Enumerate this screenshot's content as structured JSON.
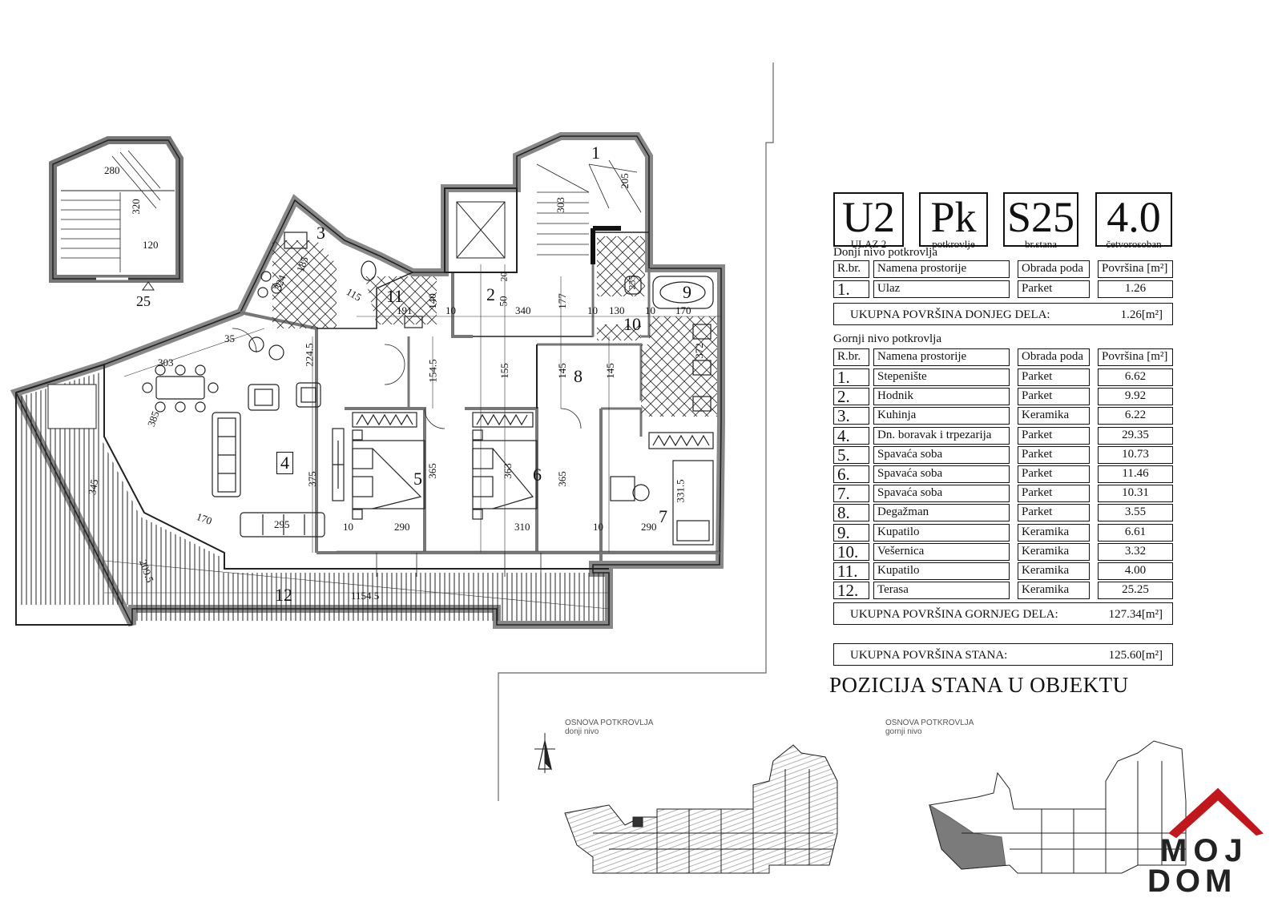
{
  "badges": [
    {
      "big": "U2",
      "small": "ULAZ 2"
    },
    {
      "big": "Pk",
      "small": "potkrovlje"
    },
    {
      "big": "S25",
      "small": "br.stana"
    },
    {
      "big": "4.0",
      "small": "četvorosoban"
    }
  ],
  "lower_level": {
    "title": "Donji nivo potkrovlja",
    "headers": [
      "R.br.",
      "Namena prostorije",
      "Obrada poda",
      "Površina [m²]"
    ],
    "rows": [
      {
        "no": "1.",
        "name": "Ulaz",
        "floor": "Parket",
        "area": "1.26"
      }
    ],
    "total_label": "UKUPNA POVRŠINA DONJEG DELA:",
    "total_value": "1.26[m²]"
  },
  "upper_level": {
    "title": "Gornji nivo potkrovlja",
    "headers": [
      "R.br.",
      "Namena prostorije",
      "Obrada poda",
      "Površina [m²]"
    ],
    "rows": [
      {
        "no": "1.",
        "name": "Stepenište",
        "floor": "Parket",
        "area": "6.62"
      },
      {
        "no": "2.",
        "name": "Hodnik",
        "floor": "Parket",
        "area": "9.92"
      },
      {
        "no": "3.",
        "name": "Kuhinja",
        "floor": "Keramika",
        "area": "6.22"
      },
      {
        "no": "4.",
        "name": "Dn. boravak i trpezarija",
        "floor": "Parket",
        "area": "29.35"
      },
      {
        "no": "5.",
        "name": "Spavaća soba",
        "floor": "Parket",
        "area": "10.73"
      },
      {
        "no": "6.",
        "name": "Spavaća soba",
        "floor": "Parket",
        "area": "11.46"
      },
      {
        "no": "7.",
        "name": "Spavaća soba",
        "floor": "Parket",
        "area": "10.31"
      },
      {
        "no": "8.",
        "name": "Degažman",
        "floor": "Parket",
        "area": "3.55"
      },
      {
        "no": "9.",
        "name": "Kupatilo",
        "floor": "Keramika",
        "area": "6.61"
      },
      {
        "no": "10.",
        "name": "Vešernica",
        "floor": "Keramika",
        "area": "3.32"
      },
      {
        "no": "11.",
        "name": "Kupatilo",
        "floor": "Keramika",
        "area": "4.00"
      },
      {
        "no": "12.",
        "name": "Terasa",
        "floor": "Keramika",
        "area": "25.25"
      }
    ],
    "total_label": "UKUPNA POVRŠINA GORNJEG DELA:",
    "total_value": "127.34[m²]"
  },
  "apartment_total": {
    "label": "UKUPNA POVRŠINA STANA:",
    "value": "125.60[m²]"
  },
  "position_title": "POZICIJA STANA U OBJEKTU",
  "mini_plans": [
    {
      "line1": "OSNOVA POTKROVLJA",
      "line2": "donji nivo"
    },
    {
      "line1": "OSNOVA POTKROVLJA",
      "line2": "gornji nivo"
    }
  ],
  "logo": {
    "top": "MOJ",
    "bottom": "DOM",
    "accent_color": "#c0171d"
  },
  "plan": {
    "room_numbers": [
      "1",
      "2",
      "3",
      "4",
      "5",
      "6",
      "7",
      "8",
      "9",
      "10",
      "11",
      "12"
    ],
    "stair_section_label": "25",
    "dimensions": [
      "280",
      "320",
      "120",
      "303",
      "205",
      "324",
      "185",
      "115",
      "191",
      "140",
      "10",
      "50",
      "340",
      "177",
      "10",
      "130",
      "10",
      "170",
      "235",
      "20",
      "35",
      "303",
      "224.5",
      "154.5",
      "155",
      "145",
      "145",
      "372",
      "385",
      "375",
      "365",
      "365",
      "363",
      "331.5",
      "345",
      "170",
      "295",
      "10",
      "290",
      "310",
      "10",
      "290",
      "1154.5",
      "209.5"
    ]
  }
}
